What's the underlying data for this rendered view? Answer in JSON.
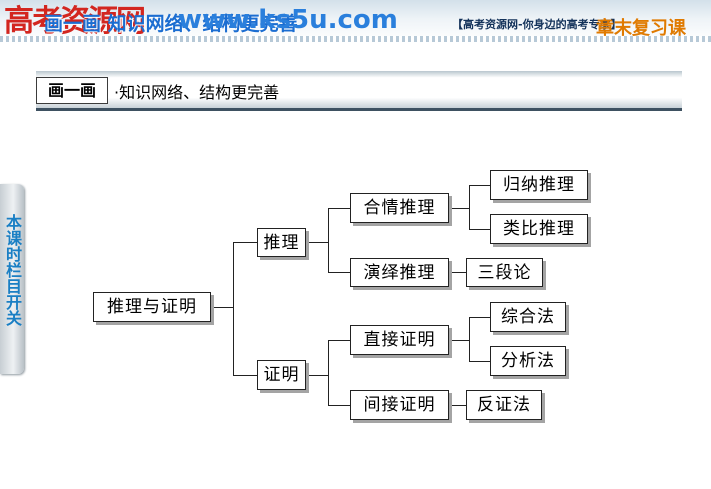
{
  "banner": {
    "logo": "高考资源网",
    "section": "画一画 知识网络、结构更完善",
    "url": "www.ks5u.com",
    "slogan": "【高考资源网-你身边的高考专家】",
    "course": "章末复习课"
  },
  "heading": {
    "tag": "画一画",
    "text": "·知识网络、结构更完善"
  },
  "side_tab": {
    "label": "本课时栏目开关"
  },
  "diagram": {
    "root": "推理与证明",
    "reasoning": {
      "label": "推理",
      "plausible": {
        "label": "合情推理",
        "children": [
          "归纳推理",
          "类比推理"
        ]
      },
      "deductive": {
        "label": "演绎推理",
        "children": [
          "三段论"
        ]
      }
    },
    "proof": {
      "label": "证明",
      "direct": {
        "label": "直接证明",
        "children": [
          "综合法",
          "分析法"
        ]
      },
      "indirect": {
        "label": "间接证明",
        "children": [
          "反证法"
        ]
      }
    }
  }
}
